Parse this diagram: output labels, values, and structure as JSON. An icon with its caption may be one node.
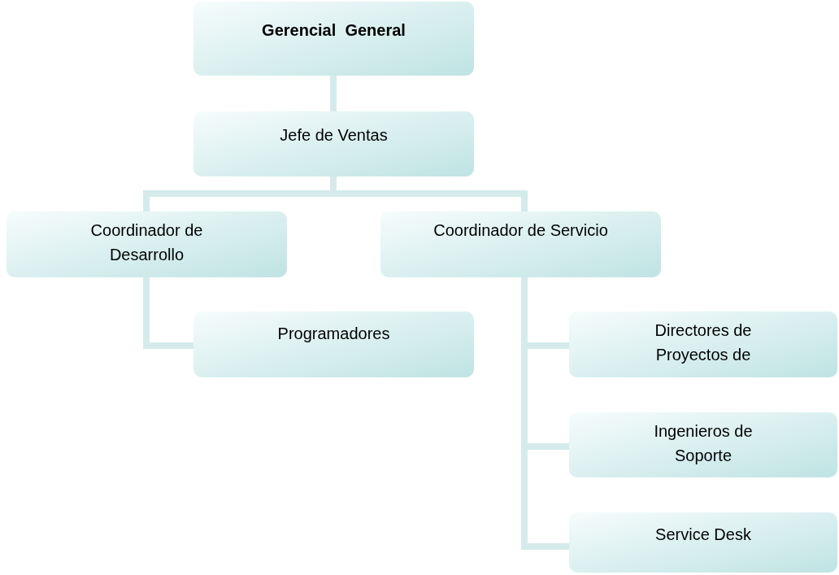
{
  "diagram": {
    "nodes": [
      {
        "text": [
          "Gerencial  General"
        ]
      },
      {
        "text": [
          "Jefe de Ventas"
        ]
      },
      {
        "text": [
          "Coordinador de Desarrollo"
        ]
      },
      {
        "text": [
          "Coordinador de Servicio"
        ]
      },
      {
        "text": [
          "Programadores"
        ]
      },
      {
        "text": [
          "Directores de Proyectos de"
        ]
      },
      {
        "text": [
          "Ingenieros de Soporte"
        ]
      },
      {
        "text": [
          "Service Desk"
        ]
      }
    ],
    "edges": [
      {
        "from": 0,
        "to": 1,
        "arrow": "none"
      },
      {
        "from": 1,
        "to": 2,
        "arrow": "none"
      },
      {
        "from": 1,
        "to": 3,
        "arrow": "none"
      },
      {
        "from": 2,
        "to": 4,
        "arrow": "none"
      },
      {
        "from": 3,
        "to": 5,
        "arrow": "none"
      },
      {
        "from": 3,
        "to": 6,
        "arrow": "none"
      },
      {
        "from": 3,
        "to": 7,
        "arrow": "none"
      }
    ]
  }
}
